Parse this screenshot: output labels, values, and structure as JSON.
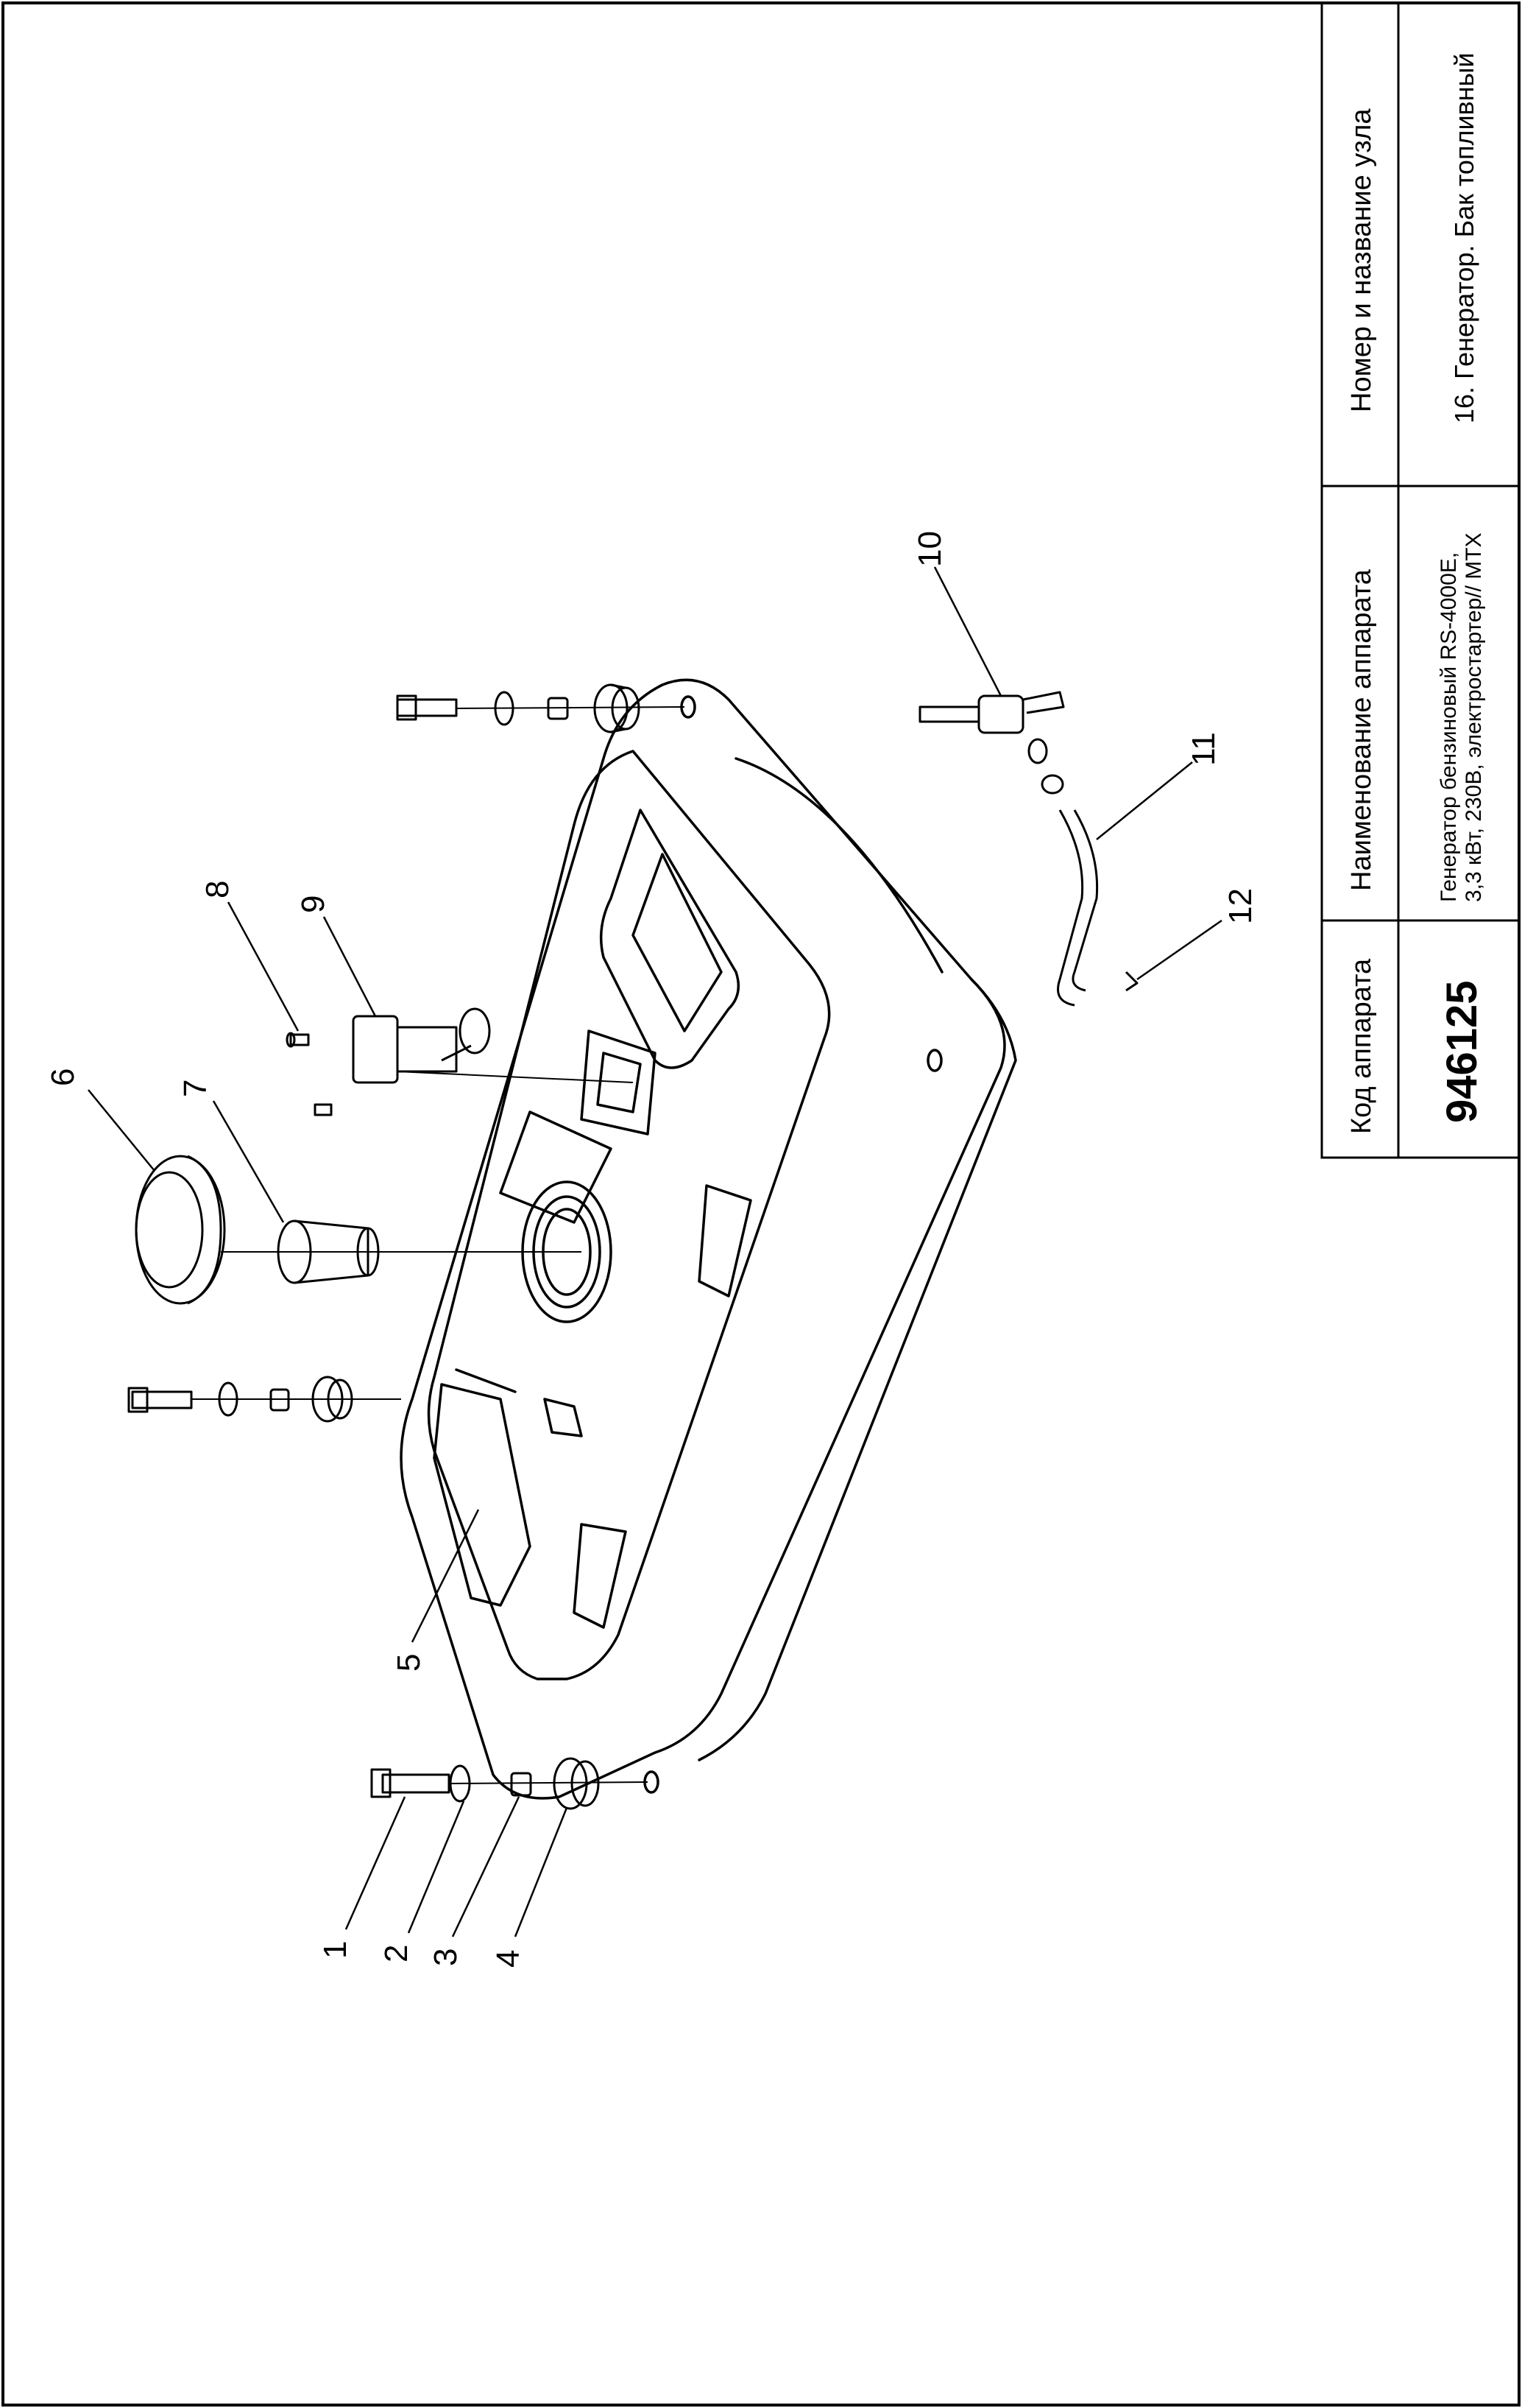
{
  "title_block": {
    "code_header": "Код аппарата",
    "code_value": "946125",
    "device_header": "Наименование аппарата",
    "device_line1": "Генератор бензиновый RS-4000E,",
    "device_line2": "3,3 кВт, 230В, электростартер// MTX",
    "node_header": "Номер и название узла",
    "node_value": "16. Генератор. Бак топливный"
  },
  "callouts": [
    "1",
    "2",
    "3",
    "4",
    "5",
    "6",
    "7",
    "8",
    "9",
    "10",
    "11",
    "12"
  ]
}
